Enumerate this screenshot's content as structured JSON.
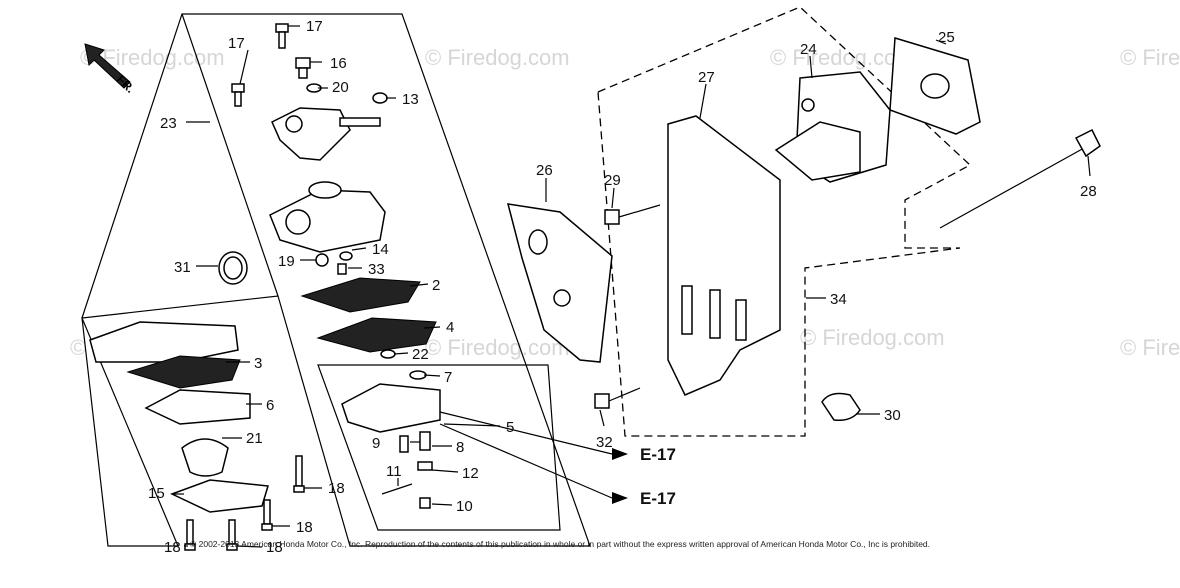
{
  "watermark": {
    "text": "© Firedog.com",
    "color": "#d6d6d6"
  },
  "direction_label": "FR.",
  "copyright": "© 2002-2013 American Honda Motor Co., Inc. Reproduction of the contents of this publication in whole or in part without the express written approval of American Honda Motor Co., Inc is prohibited.",
  "reference_label": "E-17",
  "callouts": [
    "17",
    "17",
    "16",
    "20",
    "13",
    "23",
    "31",
    "19",
    "14",
    "33",
    "2",
    "4",
    "22",
    "3",
    "6",
    "21",
    "7",
    "5",
    "9",
    "8",
    "11",
    "12",
    "10",
    "15",
    "18",
    "18",
    "18",
    "18",
    "26",
    "27",
    "29",
    "24",
    "25",
    "28",
    "34",
    "32",
    "30"
  ]
}
